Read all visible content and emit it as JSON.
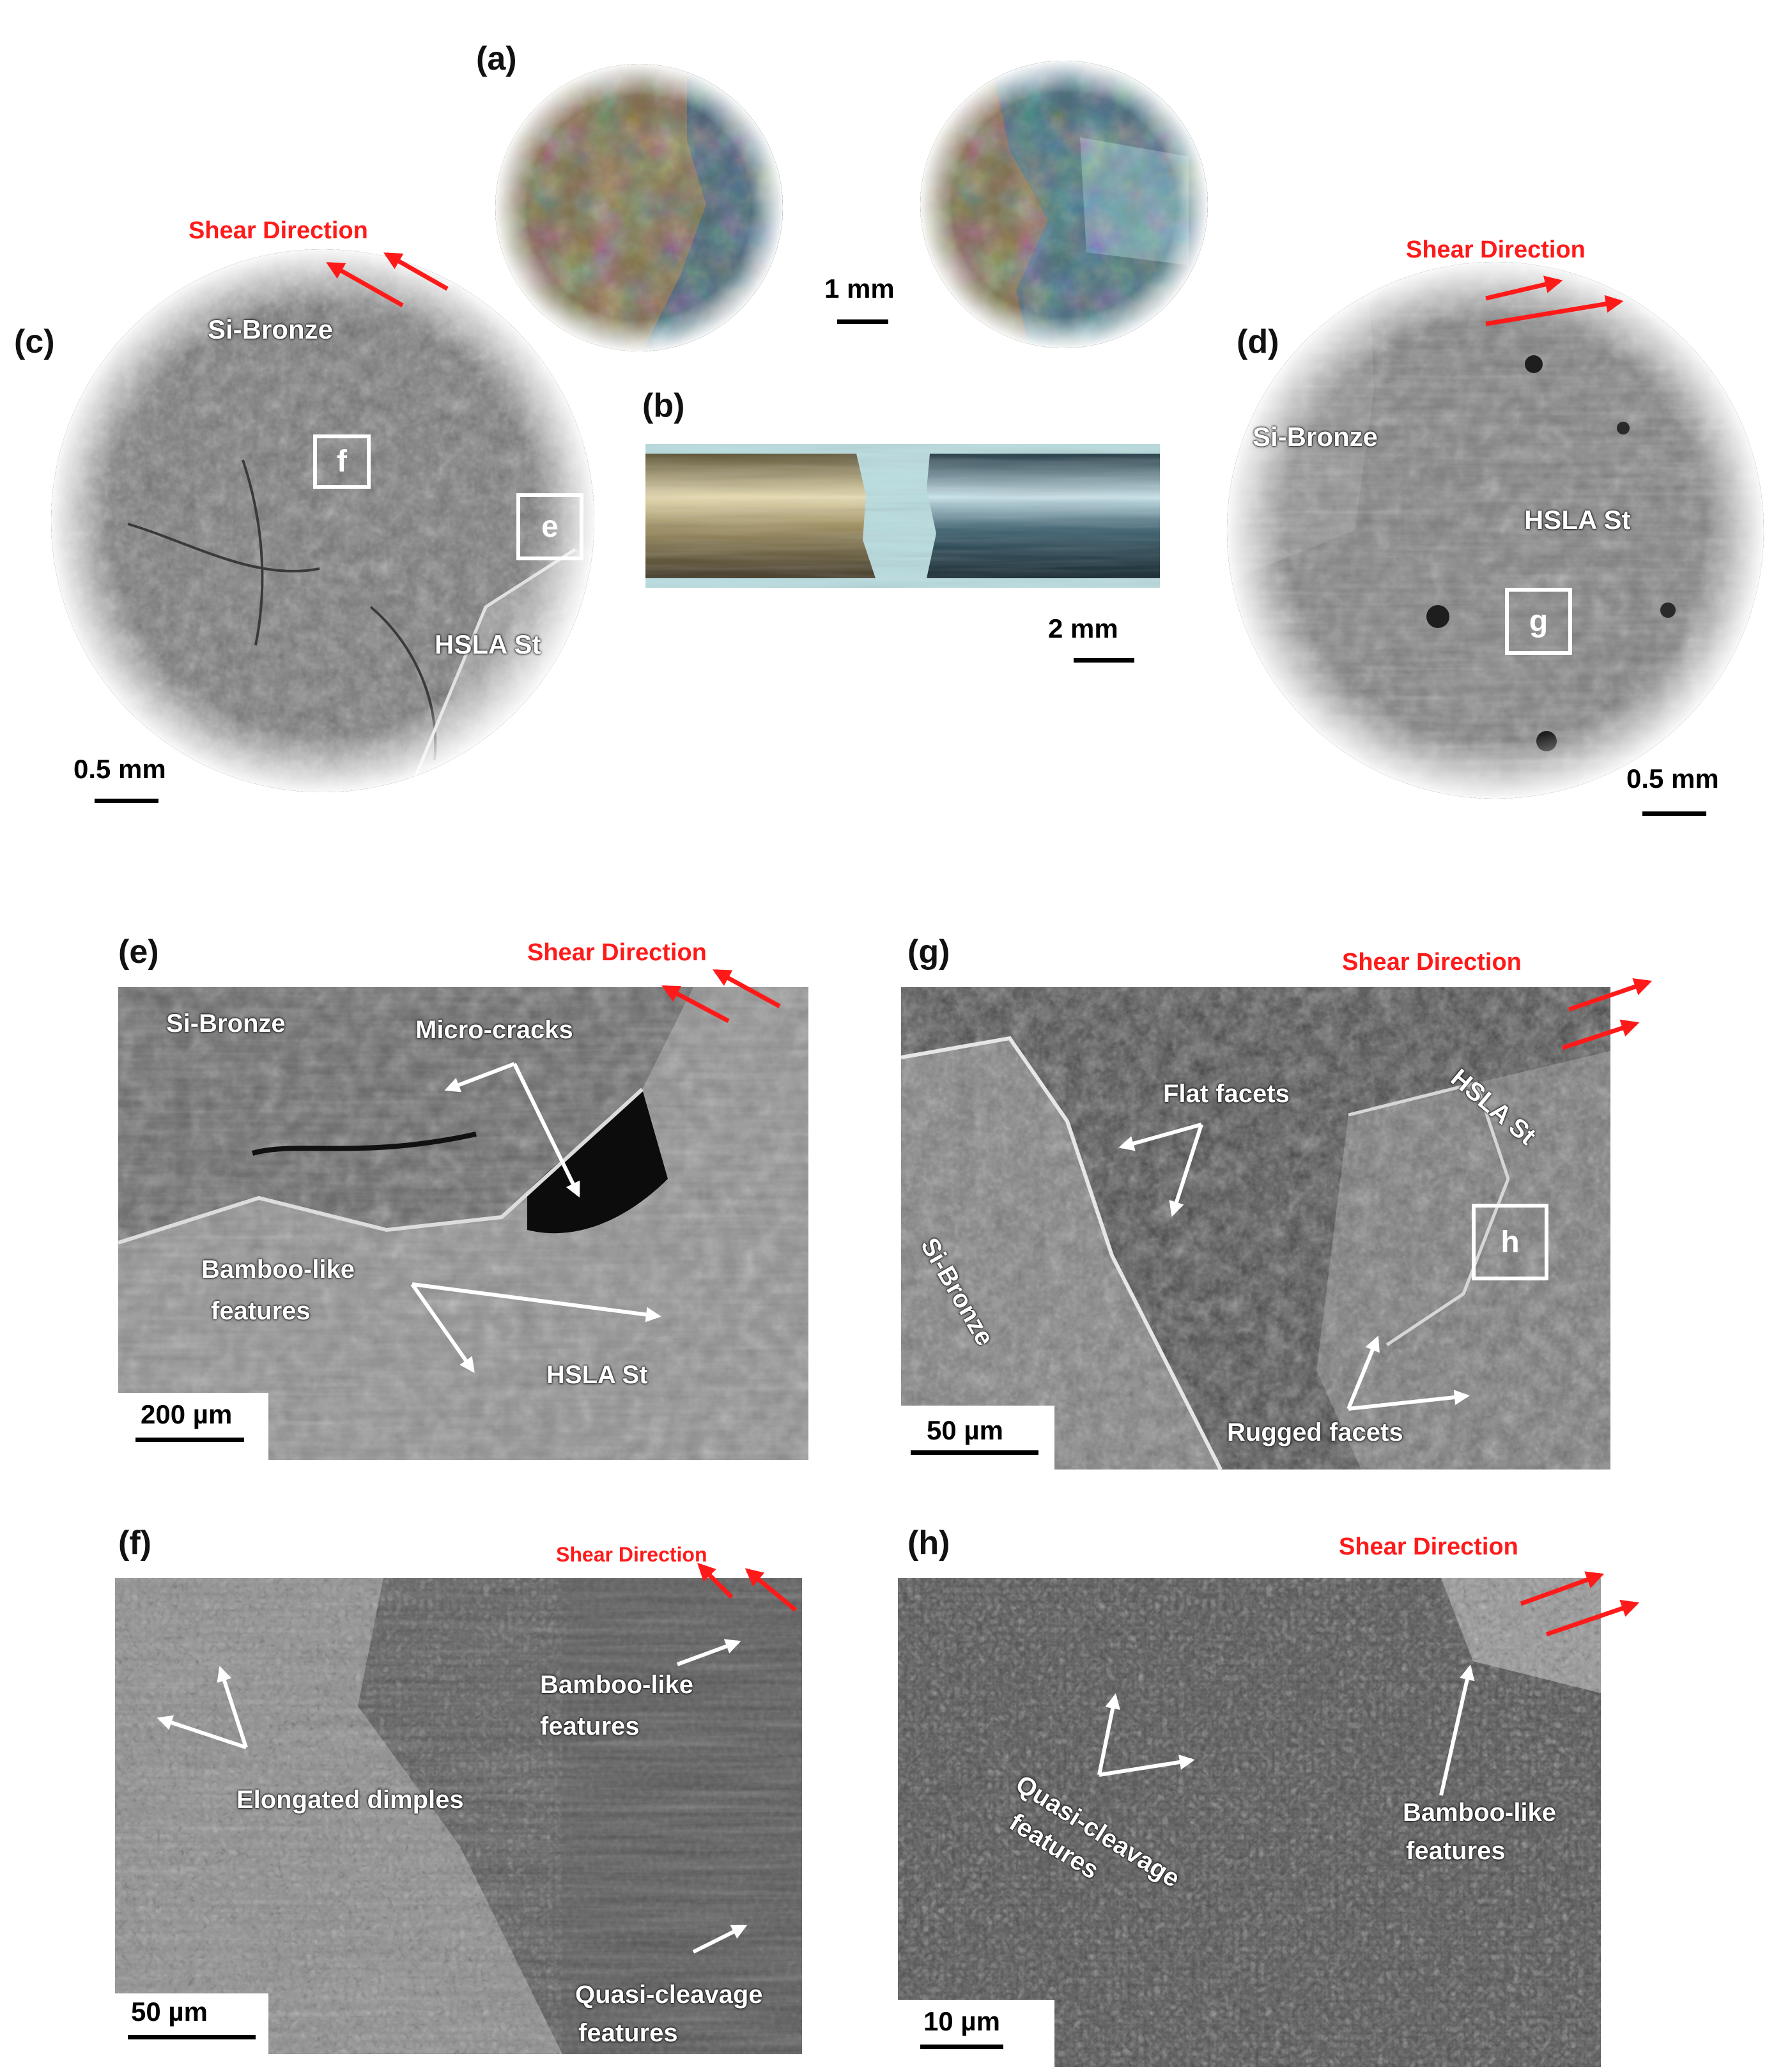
{
  "panels": {
    "a": {
      "label": "(a)",
      "scale": "1 mm"
    },
    "b": {
      "label": "(b)",
      "scale": "2 mm"
    },
    "c": {
      "label": "(c)",
      "shear": "Shear Direction",
      "si_bronze": "Si-Bronze",
      "hsla": "HSLA St",
      "box_f": "f",
      "box_e": "e",
      "scale": "0.5 mm"
    },
    "d": {
      "label": "(d)",
      "shear": "Shear Direction",
      "si_bronze": "Si-Bronze",
      "hsla": "HSLA St",
      "box_g": "g",
      "scale": "0.5 mm"
    },
    "e": {
      "label": "(e)",
      "shear": "Shear Direction",
      "si_bronze": "Si-Bronze",
      "micro_cracks": "Micro-cracks",
      "bamboo_1": "Bamboo-like",
      "bamboo_2": "features",
      "hsla": "HSLA St",
      "scale": "200 µm"
    },
    "g": {
      "label": "(g)",
      "shear": "Shear Direction",
      "flat_facets": "Flat facets",
      "hsla": "HSLA St",
      "si_bronze": "Si-Bronze",
      "box_h": "h",
      "rugged": "Rugged facets",
      "scale": "50 µm"
    },
    "f": {
      "label": "(f)",
      "shear": "Shear Direction",
      "bamboo_1": "Bamboo-like",
      "bamboo_2": "features",
      "dimples": "Elongated dimples",
      "quasi_1": "Quasi-cleavage",
      "quasi_2": "features",
      "scale": "50 µm"
    },
    "h": {
      "label": "(h)",
      "shear": "Shear Direction",
      "quasi_1": "Quasi-cleavage",
      "quasi_2": "features",
      "bamboo_1": "Bamboo-like",
      "bamboo_2": "features",
      "scale": "10 µm"
    }
  },
  "colors": {
    "shear_red": "#ff1a1a",
    "annotation_white": "#ffffff",
    "sem_gray": "#5a5a5a"
  }
}
